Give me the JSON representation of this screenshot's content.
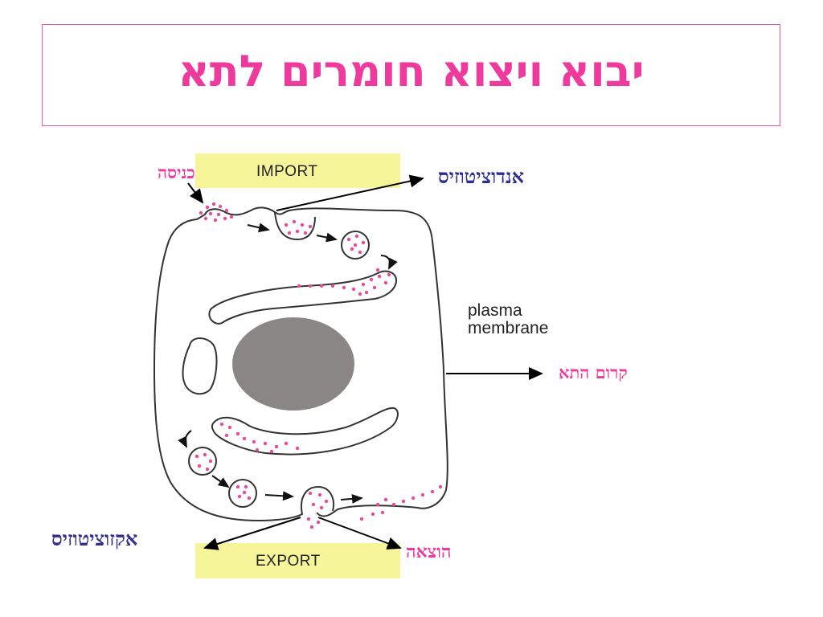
{
  "title": "יבוא ויצוא חומרים לתא",
  "labels": {
    "import_band": "IMPORT",
    "export_band": "EXPORT",
    "plasma": "plasma",
    "membrane": "membrane",
    "entry": "כניסה",
    "endocytosis": "אנדוציטוזיס",
    "cell_membrane": "קרום התא",
    "exocytosis": "אקזוציטוזיס",
    "exit": "הוצאה"
  },
  "colors": {
    "pink": "#ee3a9c",
    "navy": "#2e2f8e",
    "band": "#f6f59a",
    "nucleus": "#8a8686",
    "dots": "#e0509e"
  }
}
